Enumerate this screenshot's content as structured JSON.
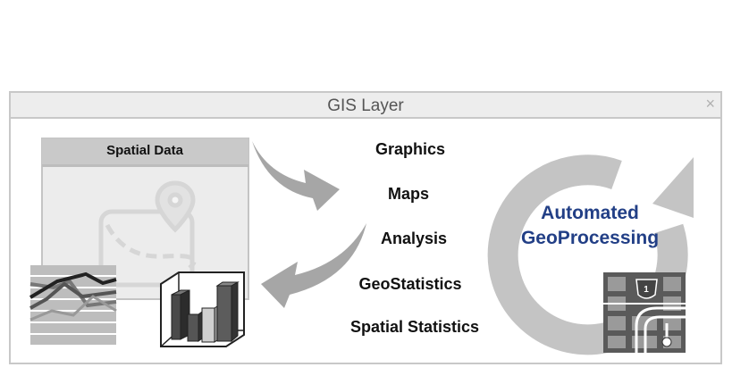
{
  "window": {
    "title": "GIS Layer",
    "close_symbol": "×"
  },
  "spatial_data": {
    "label": "Spatial Data",
    "icons": [
      "map-pin-icon",
      "line-chart-icon",
      "bar-chart-3d-icon"
    ]
  },
  "outputs": [
    "Graphics",
    "Maps",
    "Analysis",
    "GeoStatistics",
    "Spatial Statistics"
  ],
  "processing": {
    "line1": "Automated",
    "line2": "GeoProcessing",
    "icons": [
      "refresh-cycle-icon",
      "road-map-icon"
    ]
  },
  "colors": {
    "accent_text": "#223f86",
    "arrow_gray": "#a6a6a6",
    "border": "#c8c8c8"
  }
}
